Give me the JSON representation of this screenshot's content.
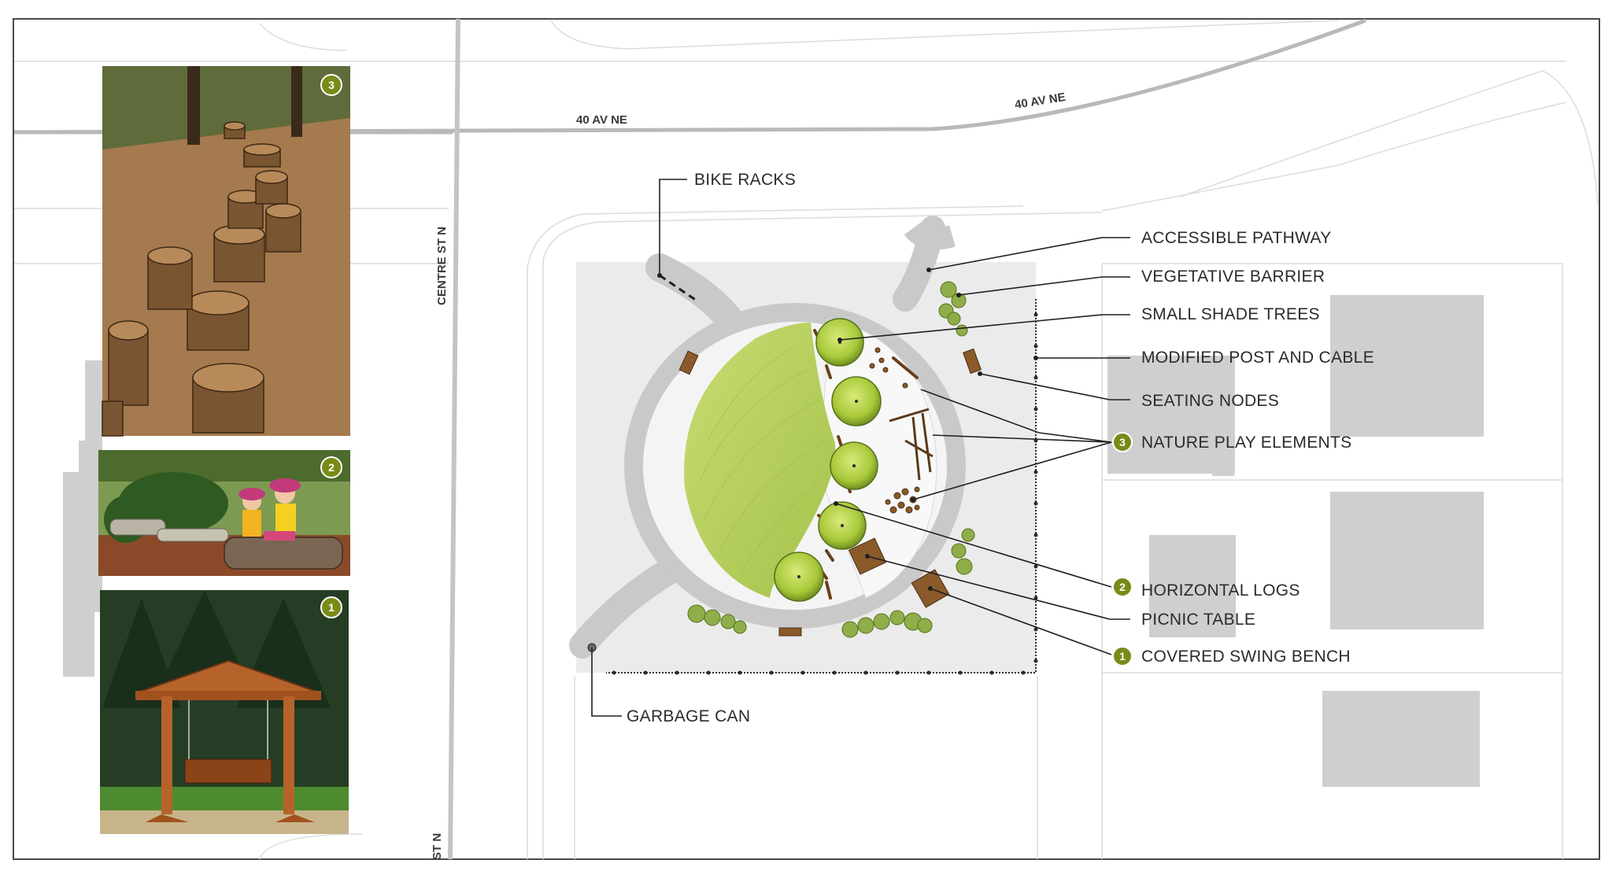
{
  "streets": {
    "avenue_left": "40 AV NE",
    "avenue_right": "40 AV NE",
    "centre_street": "CENTRE ST N",
    "centre_street_bottom": "ST N"
  },
  "photos": [
    {
      "badge": "3",
      "subject": "tree stump stepping path"
    },
    {
      "badge": "2",
      "subject": "children sitting on horizontal logs"
    },
    {
      "badge": "1",
      "subject": "covered wooden swing bench"
    }
  ],
  "callouts": {
    "bike_racks": "BIKE RACKS",
    "accessible_pathway": "ACCESSIBLE PATHWAY",
    "vegetative_barrier": "VEGETATIVE BARRIER",
    "small_shade_trees": "SMALL SHADE TREES",
    "modified_post_and_cable": "MODIFIED POST AND CABLE",
    "seating_nodes": "SEATING NODES",
    "nature_play_elements": "NATURE PLAY ELEMENTS",
    "nature_play_badge": "3",
    "horizontal_logs": "HORIZONTAL LOGS",
    "horizontal_logs_badge": "2",
    "picnic_table": "PICNIC TABLE",
    "covered_swing_bench": "COVERED SWING BENCH",
    "covered_swing_bench_badge": "1",
    "garbage_can": "GARBAGE CAN"
  },
  "colors": {
    "badge": "#7a8a16",
    "lawn": "#b6cf5e",
    "pathway": "#c9c9c9",
    "building": "#cfcfcf",
    "tree": "#a9c93a"
  }
}
